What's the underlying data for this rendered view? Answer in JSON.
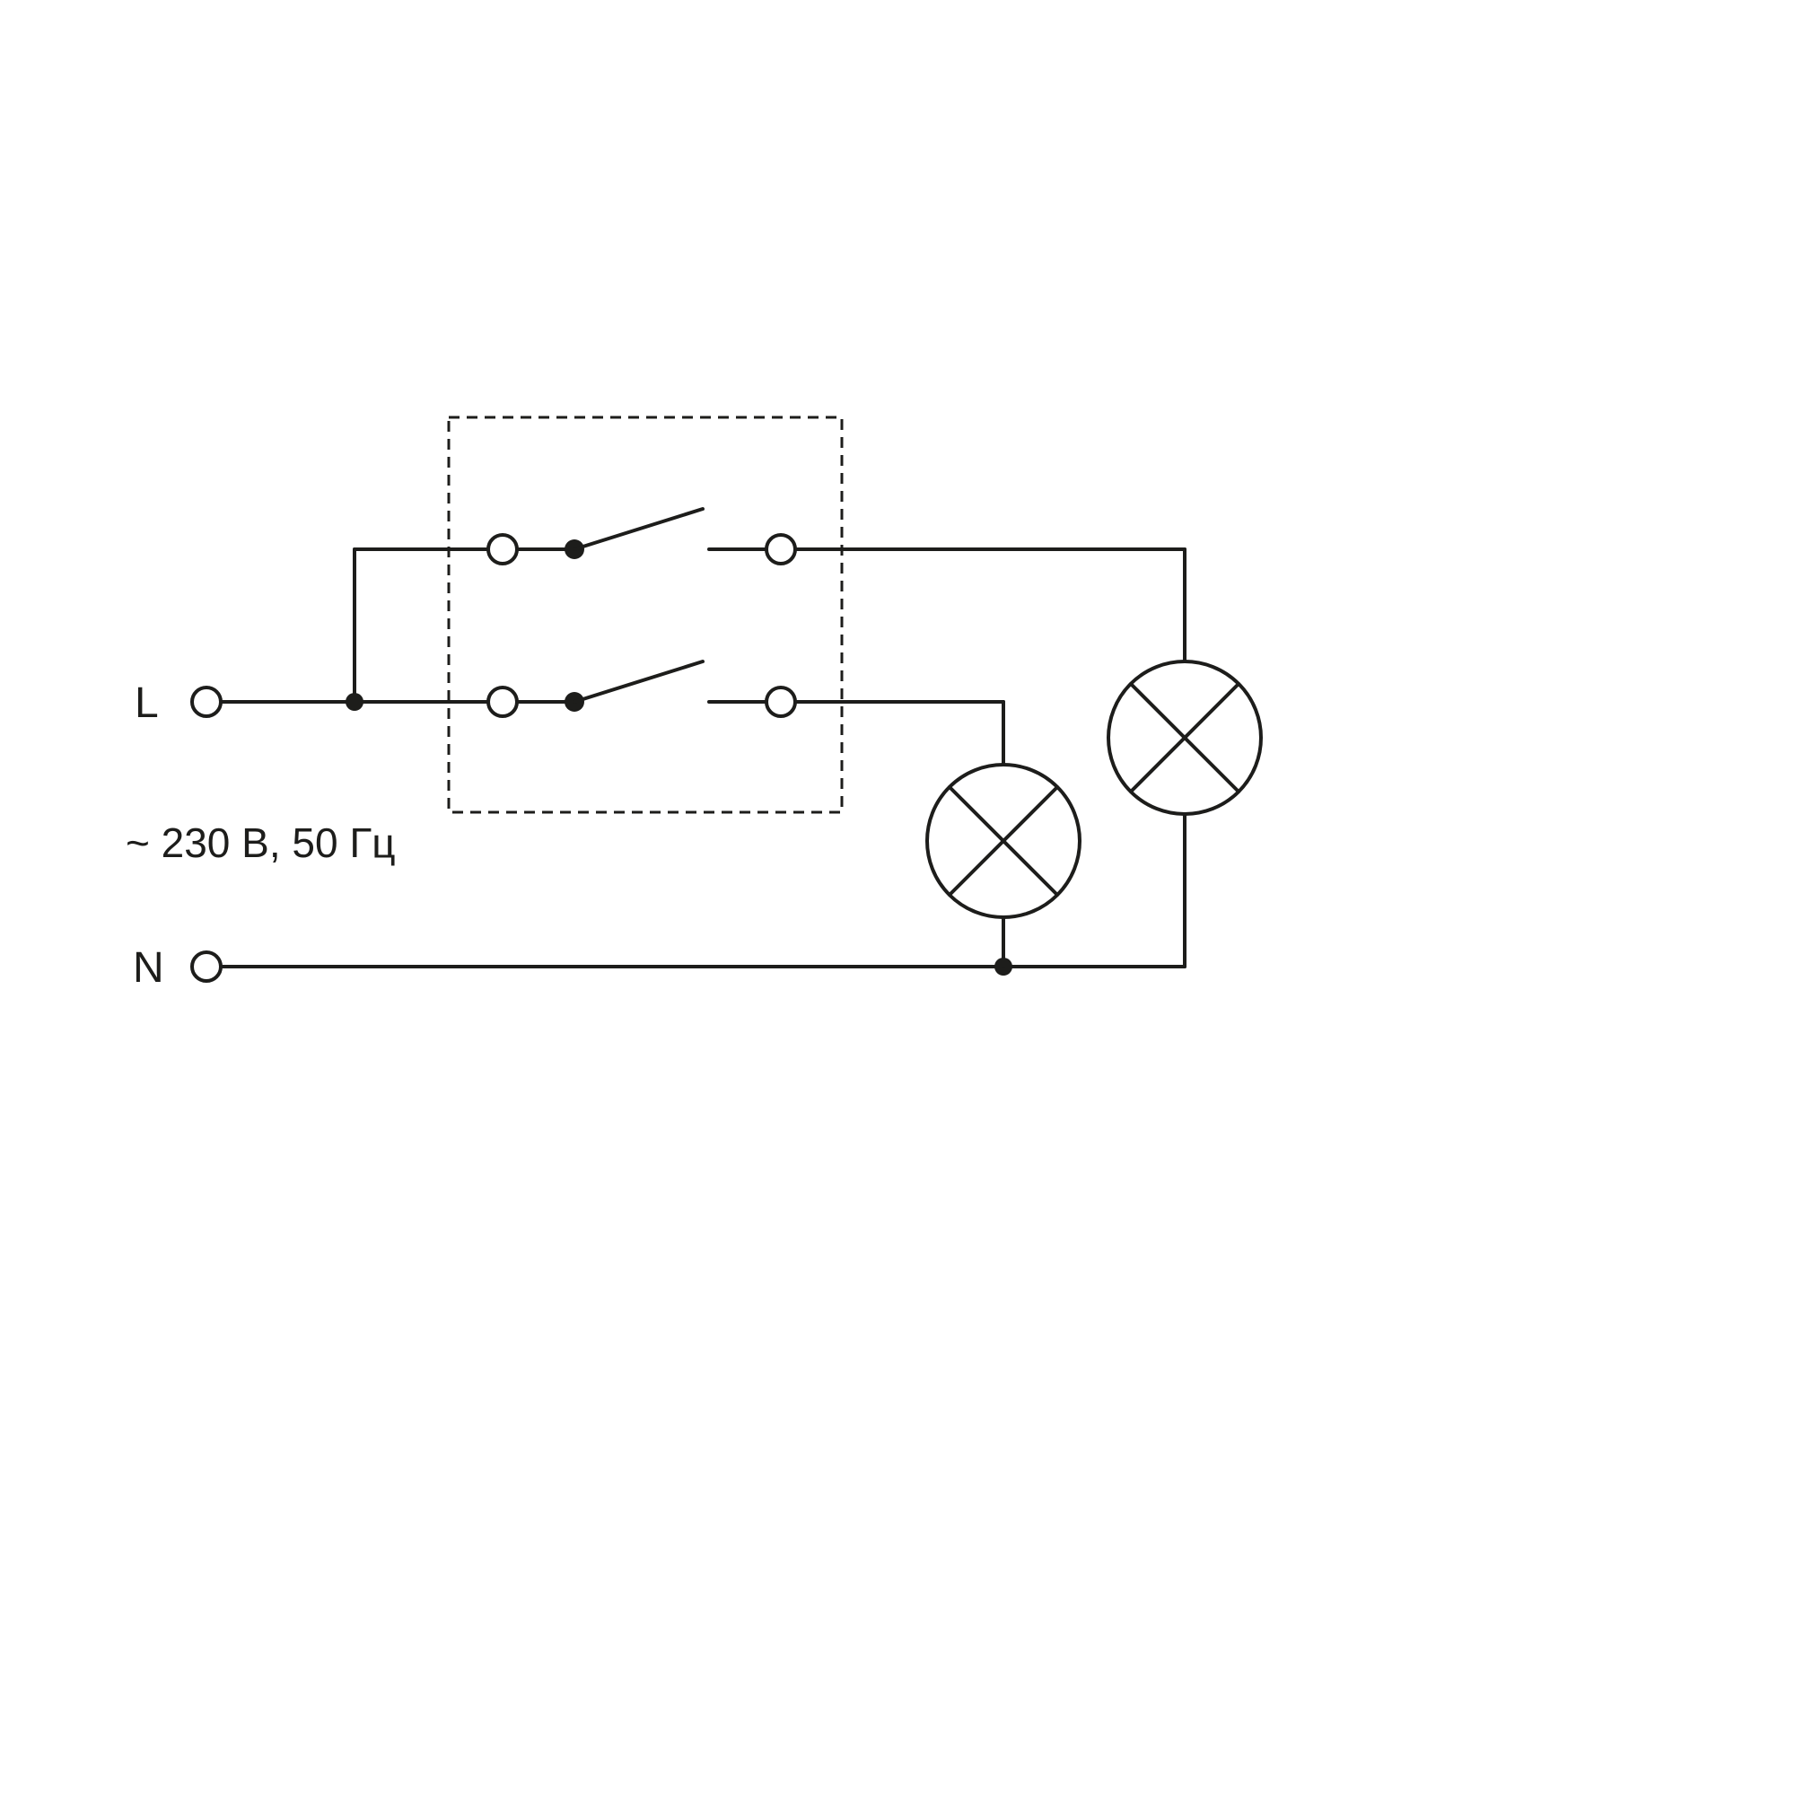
{
  "labels": {
    "line": "L",
    "neutral": "N",
    "rating": "~ 230 В, 50 Гц"
  },
  "colors": {
    "stroke": "#1d1d1b",
    "background": "#ffffff"
  },
  "components": {
    "switch_box": "two-gang-switch-dashed-enclosure",
    "switch_1": "single-pole-switch-open",
    "switch_2": "single-pole-switch-open",
    "lamp_1": "lamp-cross-circle-symbol",
    "lamp_2": "lamp-cross-circle-symbol"
  }
}
